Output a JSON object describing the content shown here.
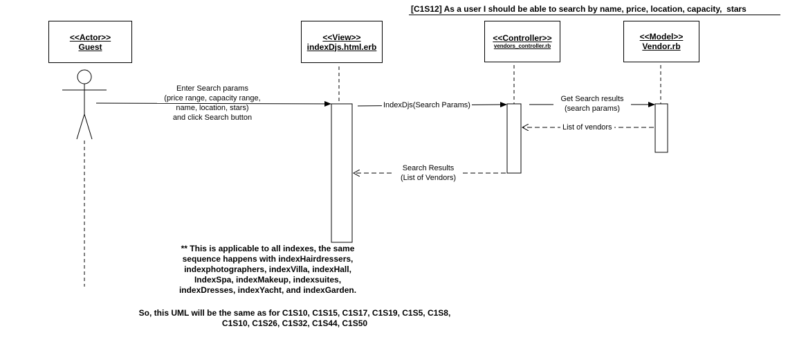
{
  "title": "[C1S12] As a user I should be able to search by name, price, location, capacity,  stars",
  "participants": [
    {
      "stereotype": "<<Actor>>",
      "name": "Guest"
    },
    {
      "stereotype": "<<View>>",
      "name": "indexDjs.html.erb"
    },
    {
      "stereotype": "<<Controller>>",
      "name": "vendors_controller.rb"
    },
    {
      "stereotype": "<<Model>>",
      "name": "Vendor.rb"
    }
  ],
  "messages": {
    "m1": [
      "Enter Search params",
      "(price range, capacity range,",
      "name, location, stars)",
      "and click Search button"
    ],
    "m2": [
      "IndexDjs(Search Params)"
    ],
    "m3": [
      "Get Search results",
      "(search params)"
    ],
    "m4": [
      "List of vendors"
    ],
    "m5": [
      "Search Results",
      "(List of Vendors)"
    ]
  },
  "note1": [
    "** This is applicable to all indexes, the same",
    "sequence happens with indexHairdressers,",
    "indexphotographers, indexVilla, indexHall,",
    "IndexSpa, indexMakeup, indexsuites,",
    "indexDresses, indexYacht, and indexGarden."
  ],
  "note2": [
    "So, this UML will be the same as for C1S10, C1S15, C1S17, C1S19, C1S5, C1S8,",
    "C1S10, C1S26, C1S32, C1S44, C1S50"
  ]
}
